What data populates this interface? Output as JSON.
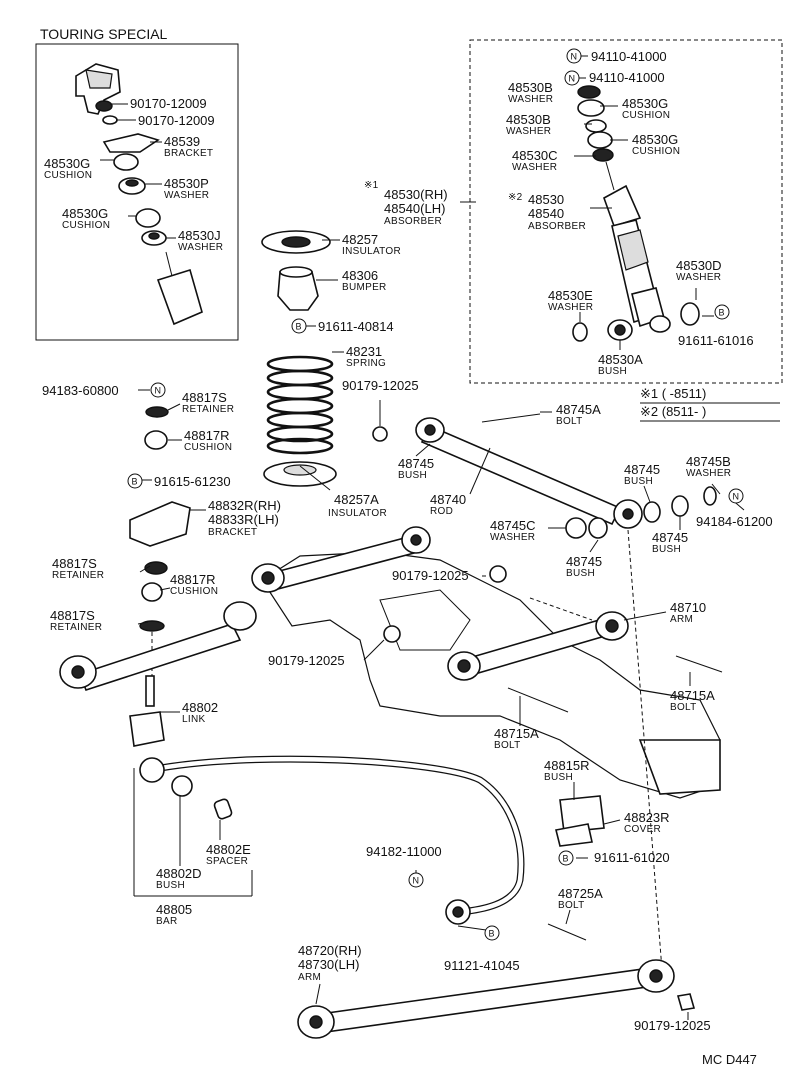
{
  "header": {
    "touring_special": "TOURING SPECIAL"
  },
  "footer": {
    "code": "MC D447"
  },
  "notes": {
    "n1": "※1 (      -8511)",
    "n2": "※2 (8511-      )"
  },
  "labels": [
    {
      "id": "p1",
      "pn": "90170-12009",
      "name": ""
    },
    {
      "id": "p2",
      "pn": "90170-12009",
      "name": ""
    },
    {
      "id": "p3",
      "pn": "48539",
      "name": "BRACKET"
    },
    {
      "id": "p4",
      "pn": "48530G",
      "name": "CUSHION"
    },
    {
      "id": "p5",
      "pn": "48530P",
      "name": "WASHER"
    },
    {
      "id": "p6",
      "pn": "48530G",
      "name": "CUSHION"
    },
    {
      "id": "p7",
      "pn": "48530J",
      "name": "WASHER"
    },
    {
      "id": "p8",
      "pn": "94110-41000",
      "name": ""
    },
    {
      "id": "p9",
      "pn": "94110-41000",
      "name": ""
    },
    {
      "id": "p10",
      "pn": "48530B",
      "name": "WASHER"
    },
    {
      "id": "p11",
      "pn": "48530G",
      "name": "CUSHION"
    },
    {
      "id": "p12",
      "pn": "48530B",
      "name": "WASHER"
    },
    {
      "id": "p13",
      "pn": "48530G",
      "name": "CUSHION"
    },
    {
      "id": "p14",
      "pn": "48530C",
      "name": "WASHER"
    },
    {
      "id": "p15",
      "pn": "48530(RH)",
      "pn2": "48540(LH)",
      "name": "ABSORBER",
      "mark": "※1"
    },
    {
      "id": "p16",
      "pn": "48530",
      "pn2": "48540",
      "name": "ABSORBER",
      "mark": "※2"
    },
    {
      "id": "p17",
      "pn": "48257",
      "name": "INSULATOR"
    },
    {
      "id": "p18",
      "pn": "48306",
      "name": "BUMPER"
    },
    {
      "id": "p19",
      "pn": "91611-40814",
      "name": ""
    },
    {
      "id": "p20",
      "pn": "48530D",
      "name": "WASHER"
    },
    {
      "id": "p21",
      "pn": "48530E",
      "name": "WASHER"
    },
    {
      "id": "p22",
      "pn": "91611-61016",
      "name": ""
    },
    {
      "id": "p23",
      "pn": "48530A",
      "name": "BUSH"
    },
    {
      "id": "p24",
      "pn": "48231",
      "name": "SPRING"
    },
    {
      "id": "p25",
      "pn": "94183-60800",
      "name": ""
    },
    {
      "id": "p26",
      "pn": "48817S",
      "name": "RETAINER"
    },
    {
      "id": "p27",
      "pn": "48817R",
      "name": "CUSHION"
    },
    {
      "id": "p28",
      "pn": "90179-12025",
      "name": ""
    },
    {
      "id": "p29",
      "pn": "48745A",
      "name": "BOLT"
    },
    {
      "id": "p30",
      "pn": "91615-61230",
      "name": ""
    },
    {
      "id": "p31",
      "pn": "48745",
      "name": "BUSH"
    },
    {
      "id": "p32",
      "pn": "48740",
      "name": "ROD"
    },
    {
      "id": "p33",
      "pn": "48257A",
      "name": "INSULATOR"
    },
    {
      "id": "p34",
      "pn": "48745",
      "name": "BUSH"
    },
    {
      "id": "p35",
      "pn": "48745B",
      "name": "WASHER"
    },
    {
      "id": "p36",
      "pn": "48832R(RH)",
      "pn2": "48833R(LH)",
      "name": "BRACKET"
    },
    {
      "id": "p37",
      "pn": "48745C",
      "name": "WASHER"
    },
    {
      "id": "p38",
      "pn": "94184-61200",
      "name": ""
    },
    {
      "id": "p39",
      "pn": "48745",
      "name": "BUSH"
    },
    {
      "id": "p40",
      "pn": "48745",
      "name": "BUSH"
    },
    {
      "id": "p41",
      "pn": "48817S",
      "name": "RETAINER"
    },
    {
      "id": "p42",
      "pn": "48817R",
      "name": "CUSHION"
    },
    {
      "id": "p43",
      "pn": "90179-12025",
      "name": ""
    },
    {
      "id": "p44",
      "pn": "48817S",
      "name": "RETAINER"
    },
    {
      "id": "p45",
      "pn": "48710",
      "name": "ARM"
    },
    {
      "id": "p46",
      "pn": "90179-12025",
      "name": ""
    },
    {
      "id": "p47",
      "pn": "48715A",
      "name": "BOLT"
    },
    {
      "id": "p48",
      "pn": "48802",
      "name": "LINK"
    },
    {
      "id": "p49",
      "pn": "48715A",
      "name": "BOLT"
    },
    {
      "id": "p50",
      "pn": "48815R",
      "name": "BUSH"
    },
    {
      "id": "p51",
      "pn": "48823R",
      "name": "COVER"
    },
    {
      "id": "p52",
      "pn": "48802E",
      "name": "SPACER"
    },
    {
      "id": "p53",
      "pn": "94182-11000",
      "name": ""
    },
    {
      "id": "p54",
      "pn": "91611-61020",
      "name": ""
    },
    {
      "id": "p55",
      "pn": "48802D",
      "name": "BUSH"
    },
    {
      "id": "p56",
      "pn": "48725A",
      "name": "BOLT"
    },
    {
      "id": "p57",
      "pn": "48805",
      "name": "BAR"
    },
    {
      "id": "p58",
      "pn": "48720(RH)",
      "pn2": "48730(LH)",
      "name": "ARM"
    },
    {
      "id": "p59",
      "pn": "91121-41045",
      "name": ""
    },
    {
      "id": "p60",
      "pn": "90179-12025",
      "name": ""
    }
  ],
  "markers": {
    "n": "N",
    "b": "B"
  },
  "icons": [
    "nut-marker-icon",
    "bolt-marker-icon"
  ]
}
